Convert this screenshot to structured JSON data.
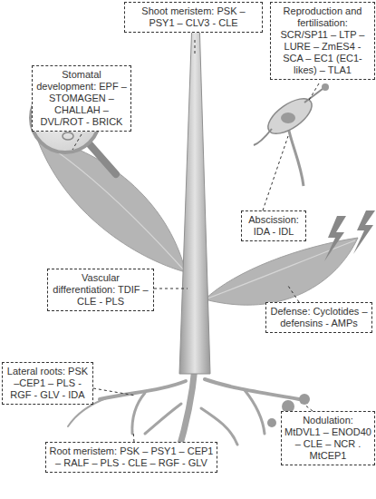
{
  "diagram": {
    "nodes": [
      {
        "text": [
          "Shoot meristem: PSK – PSY1 – CLV3 - CLE"
        ]
      },
      {
        "text": [
          "Reproduction and fertilisation: SCR/SP11 – LTP – LURE – ZmES4 - SCA – EC1 (EC1-likes) – TLA1"
        ]
      },
      {
        "text": [
          "Stomatal development: EPF – STOMAGEN – CHALLAH – DVL/ROT - BRICK"
        ]
      },
      {
        "text": [
          "Abscission: IDA - IDL"
        ]
      },
      {
        "text": [
          "Vascular differentiation: TDIF – CLE - PLS"
        ]
      },
      {
        "text": [
          "Defense: Cyclotides – defensins - AMPs"
        ]
      },
      {
        "text": [
          "Lateral roots: PSK –CEP1 – PLS - RGF - GLV - IDA"
        ]
      },
      {
        "text": [
          "Nodulation: MtDVL1 – ENOD40 – CLE – NCR . MtCEP1"
        ]
      },
      {
        "text": [
          "Root meristem: PSK – PSY1 – CEP1 – RALF – PLS - CLE – RGF - GLV"
        ]
      }
    ]
  }
}
